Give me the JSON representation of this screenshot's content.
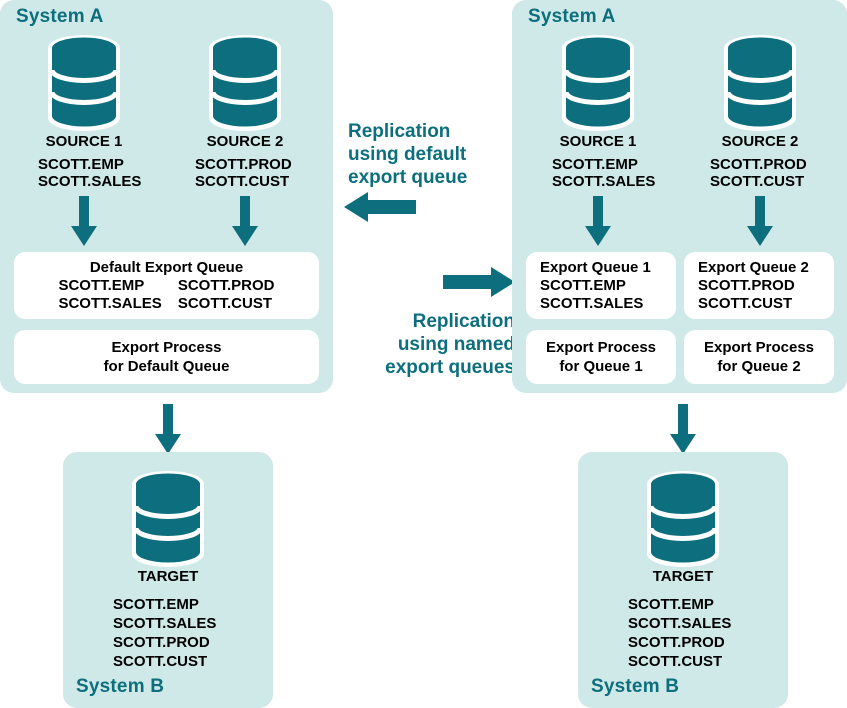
{
  "colors": {
    "panel_bg": "#cfe8e8",
    "teal": "#0d6f7e",
    "box_bg": "#ffffff",
    "text": "#000000",
    "canvas_bg": "#ffffff"
  },
  "left_diagram": {
    "system_a_label": "System A",
    "system_b_label": "System B",
    "sources": [
      {
        "icon": "database-cylinder-icon",
        "title": "SOURCE 1",
        "tables": [
          "SCOTT.EMP",
          "SCOTT.SALES"
        ]
      },
      {
        "icon": "database-cylinder-icon",
        "title": "SOURCE 2",
        "tables": [
          "SCOTT.PROD",
          "SCOTT.CUST"
        ]
      }
    ],
    "queue_box": {
      "header": "Default Export Queue",
      "column_1": [
        "SCOTT.EMP",
        "SCOTT.SALES"
      ],
      "column_2": [
        "SCOTT.PROD",
        "SCOTT.CUST"
      ]
    },
    "process_box": {
      "line_1": "Export Process",
      "line_2": "for Default Queue"
    },
    "target": {
      "icon": "database-cylinder-icon",
      "title": "TARGET",
      "tables": [
        "SCOTT.EMP",
        "SCOTT.SALES",
        "SCOTT.PROD",
        "SCOTT.CUST"
      ]
    }
  },
  "right_diagram": {
    "system_a_label": "System A",
    "system_b_label": "System B",
    "sources": [
      {
        "icon": "database-cylinder-icon",
        "title": "SOURCE 1",
        "tables": [
          "SCOTT.EMP",
          "SCOTT.SALES"
        ]
      },
      {
        "icon": "database-cylinder-icon",
        "title": "SOURCE 2",
        "tables": [
          "SCOTT.PROD",
          "SCOTT.CUST"
        ]
      }
    ],
    "queue_boxes": [
      {
        "header": "Export Queue 1",
        "tables": [
          "SCOTT.EMP",
          "SCOTT.SALES"
        ]
      },
      {
        "header": "Export Queue 2",
        "tables": [
          "SCOTT.PROD",
          "SCOTT.CUST"
        ]
      }
    ],
    "process_boxes": [
      {
        "line_1": "Export Process",
        "line_2": "for Queue 1"
      },
      {
        "line_1": "Export Process",
        "line_2": "for Queue 2"
      }
    ],
    "target": {
      "icon": "database-cylinder-icon",
      "title": "TARGET",
      "tables": [
        "SCOTT.EMP",
        "SCOTT.SALES",
        "SCOTT.PROD",
        "SCOTT.CUST"
      ]
    }
  },
  "middle": {
    "top_label": {
      "line_1": "Replication",
      "line_2": "using default",
      "line_3": "export queue",
      "arrow": "arrow-left-icon"
    },
    "bottom_label": {
      "line_1": "Replication",
      "line_2": "using named",
      "line_3": "export queues",
      "arrow": "arrow-right-icon"
    }
  }
}
